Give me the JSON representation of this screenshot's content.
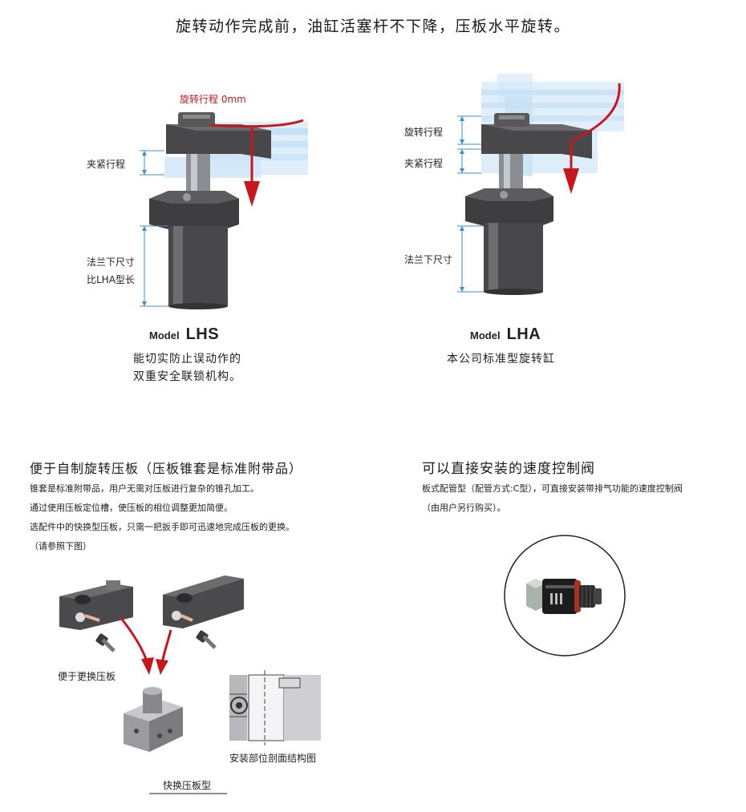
{
  "headline": "旋转动作完成前，油缸活塞杆不下降，压板水平旋转。",
  "lhs": {
    "rotate_stroke_label": "旋转行程 0mm",
    "clamp_stroke_label": "夹紧行程",
    "flange_label_line1": "法兰下尺寸",
    "flange_label_line2": "比LHA型长",
    "model_prefix": "Model",
    "model_name": "LHS",
    "desc_line1": "能切实防止误动作的",
    "desc_line2": "双重安全联锁机构。"
  },
  "lha": {
    "rotate_stroke_label": "旋转行程",
    "clamp_stroke_label": "夹紧行程",
    "flange_label": "法兰下尺寸",
    "model_prefix": "Model",
    "model_name": "LHA",
    "desc_line1": "本公司标准型旋转缸"
  },
  "lever_section": {
    "title": "便于自制旋转压板（压板锥套是标准附带品）",
    "lines": [
      "锥套是标准附带品，用户无需对压板进行复杂的锥孔加工。",
      "通过使用压板定位槽，使压板的相位调整更加简便。",
      "选配件中的快换型压板，只需一把扳手即可迅速地完成压板的更换。",
      "（请参照下图）"
    ],
    "caption_easy_change": "便于更换压板",
    "caption_section_view": "安装部位剖面结构图",
    "caption_quick_change": "快换压板型"
  },
  "valve_section": {
    "title": "可以直接安装的速度控制阀",
    "line1": "板式配管型（配管方式:C型），可直接安装带排气功能的速度控制阀",
    "line2": "（由用户另行购买）。"
  },
  "colors": {
    "arrow_red": "#c8161d",
    "dim_line_blue": "#3a8fd6",
    "ghost_blue": "#cfe6f7",
    "metal_dark": "#3c3c3e"
  }
}
